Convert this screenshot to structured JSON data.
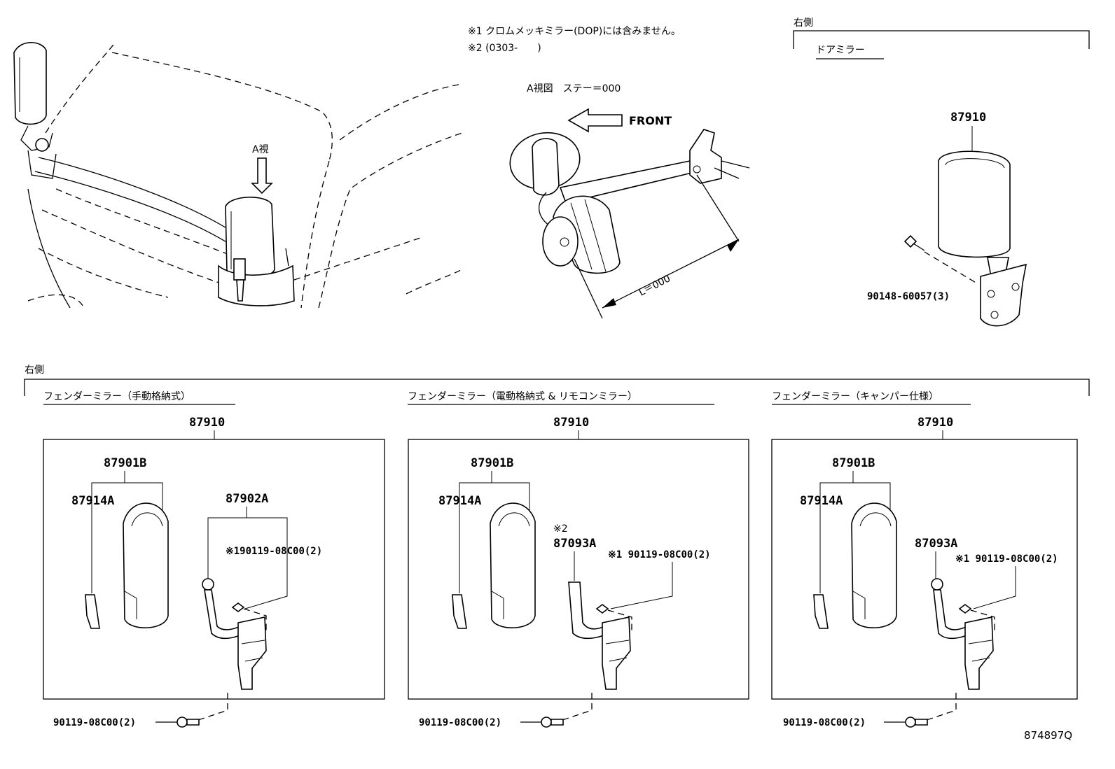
{
  "notes": {
    "note1": "※1 クロムメッキミラー(DOP)には含みません。",
    "note2": "※2 (0303-　　)"
  },
  "overview": {
    "view_a_label": "A視",
    "view_a_title": "A視図　ステー＝000",
    "front_label": "FRONT",
    "length_label": "L＝000"
  },
  "door_mirror": {
    "side": "右側",
    "title": "ドアミラー",
    "assy_part": "87910",
    "screw_part": "90148-60057(3)"
  },
  "fender_section": {
    "side": "右側"
  },
  "panels": [
    {
      "title": "フェンダーミラー（手動格納式）",
      "assy_part": "87910",
      "mirror_part": "87901B",
      "cover_part": "87914A",
      "stay_part": "87902A",
      "stay_note": "",
      "stay_bolt": "※190119-08C00(2)",
      "base_bolt": "90119-08C00(2)"
    },
    {
      "title": "フェンダーミラー（電動格納式 & リモコンミラー）",
      "assy_part": "87910",
      "mirror_part": "87901B",
      "cover_part": "87914A",
      "stay_part": "87093A",
      "stay_note": "※2",
      "stay_bolt": "※1 90119-08C00(2)",
      "base_bolt": "90119-08C00(2)"
    },
    {
      "title": "フェンダーミラー（キャンパー仕様）",
      "assy_part": "87910",
      "mirror_part": "87901B",
      "cover_part": "87914A",
      "stay_part": "87093A",
      "stay_note": "",
      "stay_bolt": "※1 90119-08C00(2)",
      "base_bolt": "90119-08C00(2)"
    }
  ],
  "diagram_id": "874897Q"
}
